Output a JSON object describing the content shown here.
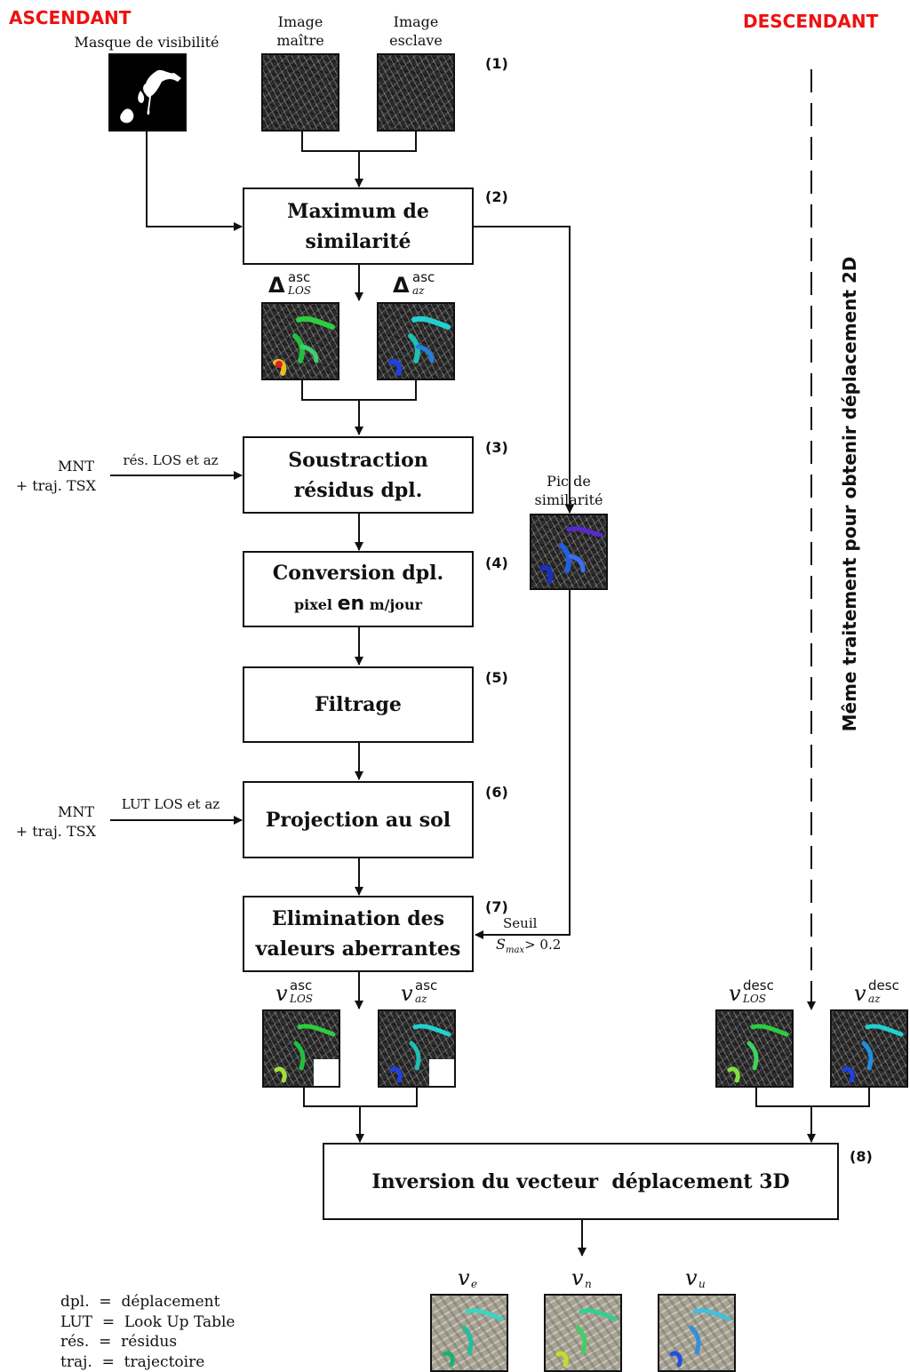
{
  "headers": {
    "left": "ASCENDANT",
    "right": "DESCENDANT"
  },
  "inputs": {
    "mask_label": "Masque de visibilité",
    "master_label": "Image\nmaître",
    "slave_label": "Image\nesclave"
  },
  "steps": [
    {
      "number": "(1)"
    },
    {
      "number": "(2)",
      "line1": "Maximum de",
      "line2": "similarité"
    },
    {
      "number": "(3)",
      "line1": "Soustraction",
      "line2": "résidus dpl."
    },
    {
      "number": "(4)",
      "line1": "Conversion dpl.",
      "line2_a": "pixel ",
      "line2_b": "en",
      "line2_c": " m/jour"
    },
    {
      "number": "(5)",
      "line1": "Filtrage"
    },
    {
      "number": "(6)",
      "line1": "Projection au sol"
    },
    {
      "number": "(7)",
      "line1": "Elimination des",
      "line2": "valeurs aberrantes"
    },
    {
      "number": "(8)",
      "line1": "Inversion du vecteur  déplacement 3D"
    }
  ],
  "side_inputs": {
    "mnt1_a": "MNT",
    "mnt1_b": "+ traj. TSX",
    "arrow1_label": "rés. LOS et az",
    "mnt2_a": "MNT",
    "mnt2_b": "+ traj. TSX",
    "arrow2_label": "LUT LOS et az"
  },
  "similarity": {
    "peak_label": "Pic de\nsimilarité",
    "threshold_label": "Seuil",
    "threshold_expr_var": "S",
    "threshold_expr_sub": "max",
    "threshold_expr_val": "> 0.2"
  },
  "symbols": {
    "delta": "Δ",
    "asc": "asc",
    "desc": "desc",
    "los": "LOS",
    "az": "az",
    "v": "v",
    "ve": "v",
    "ve_sub": "e",
    "vn": "v",
    "vn_sub": "n",
    "vu": "v",
    "vu_sub": "u"
  },
  "descending_note": "Même traitement pour obtenir déplacement 2D",
  "legend": [
    "dpl.  =  déplacement",
    "LUT  =  Look Up Table",
    "rés.  =  résidus",
    "traj.  =  trajectoire"
  ]
}
